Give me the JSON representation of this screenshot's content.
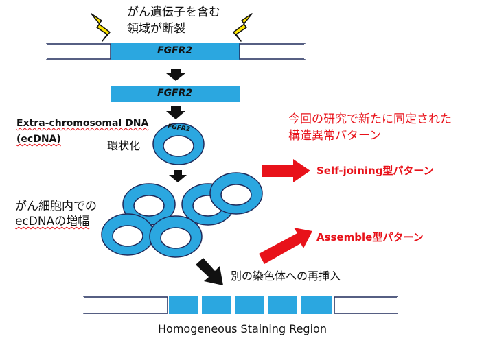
{
  "break_note": [
    "がん遺伝子を含む",
    "領域が断裂"
  ],
  "gene_label": "FGFR2",
  "ecdna_title_line1": "Extra-chromosomal DNA",
  "ecdna_title_line2": "(ecDNA)",
  "circularization_label": "環状化",
  "amplification_label": [
    "がん細胞内での",
    "ecDNAの増幅"
  ],
  "study_note": [
    "今回の研究で新たに同定された",
    "構造異常パターン"
  ],
  "pattern_self_joining": "Self-joining型パターン",
  "pattern_assemble": "Assemble型パターン",
  "reinsertion_label": "別の染色体への再挿入",
  "region_label": "Homogeneous Staining Region",
  "colors": {
    "blue": "#2ba7e0",
    "red": "#e8121a",
    "navy": "#1f2a5a",
    "black": "#111111",
    "yellow": "#ffe600"
  }
}
